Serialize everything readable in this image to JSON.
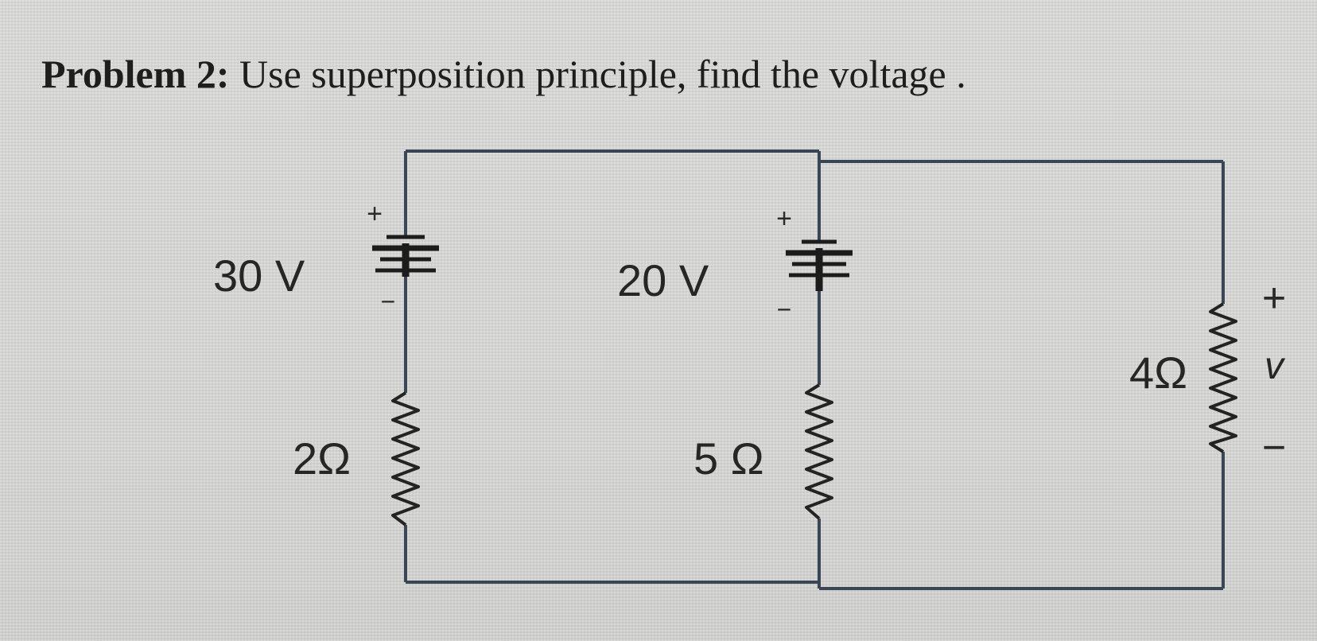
{
  "problem": {
    "lead": "Problem 2:",
    "text": "Use superposition principle, find the voltage ."
  },
  "circuit": {
    "sources": [
      {
        "id": "source-30v",
        "label": "30 V",
        "plus": "+",
        "minus": "−"
      },
      {
        "id": "source-20v",
        "label": "20 V",
        "plus": "+",
        "minus": "−"
      }
    ],
    "resistors": [
      {
        "id": "resistor-2ohm",
        "label": "2Ω"
      },
      {
        "id": "resistor-5ohm",
        "label": "5 Ω"
      },
      {
        "id": "resistor-4ohm",
        "label": "4Ω"
      }
    ],
    "output": {
      "plus": "+",
      "symbol": "v",
      "minus": "−"
    }
  },
  "colors": {
    "background": "#d9d9d7",
    "wire": "#3a4655",
    "ink": "#1e1e1e"
  }
}
